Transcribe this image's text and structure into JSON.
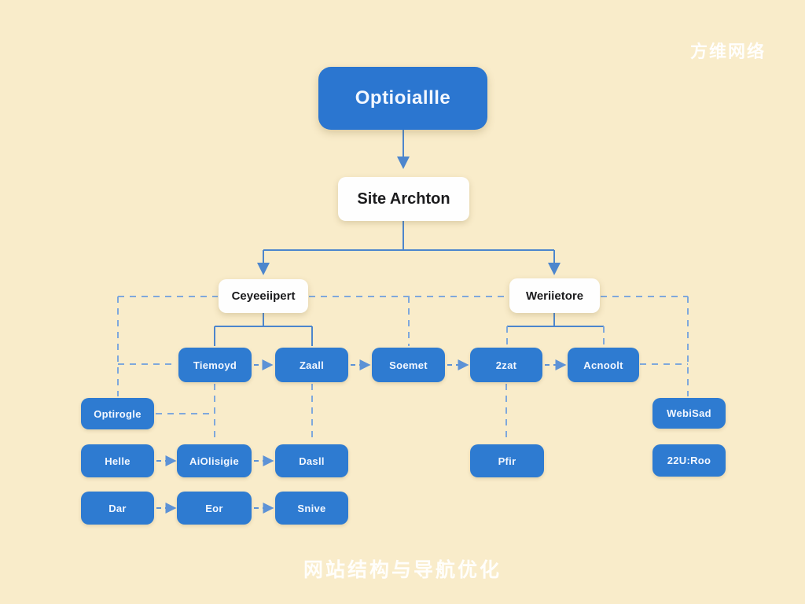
{
  "watermark": "方维网络",
  "caption": "网站结构与导航优化",
  "colors": {
    "background": "#f9ecca",
    "node_blue": "#2e7bd1",
    "node_white": "#fefefe",
    "solid_line": "#4d86cd",
    "dashed_line": "#7fa8dc"
  },
  "nodes": {
    "root": "Optioiallle",
    "site": "Site Archton",
    "branch_left": "Ceyeeiipert",
    "branch_right": "Weriietore",
    "flow_1": "Tiemoyd",
    "flow_2": "Zaall",
    "flow_3": "Soemet",
    "flow_4": "2zat",
    "flow_5": "Acnoolt",
    "left_1": "Optirogle",
    "left_2": "Helle",
    "left_3": "Dar",
    "mid_1": "AiOlisigie",
    "mid_2": "Eor",
    "col3_1": "Dasll",
    "col3_2": "Snive",
    "pfir": "Pfir",
    "right_1": "WebiSad",
    "right_2": "22U:Roo"
  }
}
